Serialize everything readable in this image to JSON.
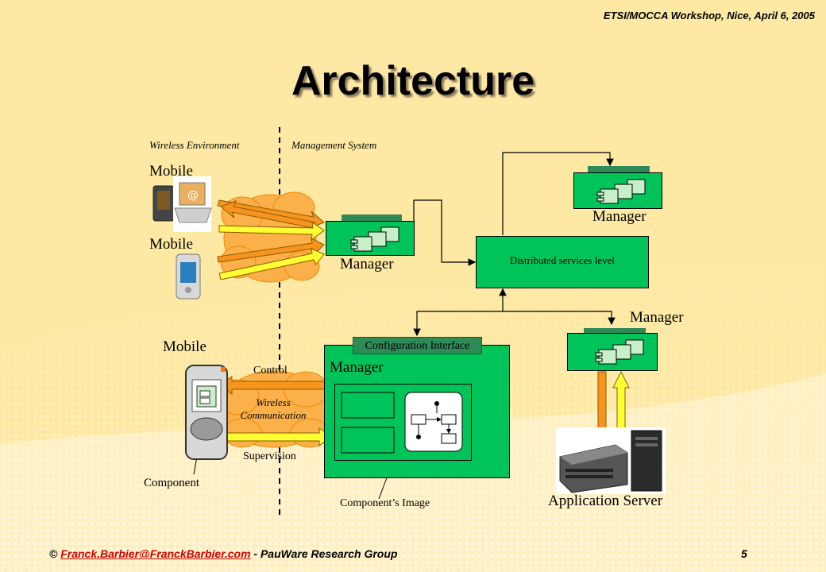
{
  "header": {
    "event": "ETSI/MOCCA Workshop, Nice, April 6, 2005"
  },
  "title": "Architecture",
  "diagram": {
    "region_left": "Wireless Environment",
    "region_right": "Management System",
    "mobile_label": "Mobile",
    "manager_label": "Manager",
    "distributed_label": "Distributed services level",
    "config_interface": "Configuration Interface",
    "control_label": "Control",
    "wireless_comm": "Wireless\nCommunication",
    "supervision_label": "Supervision",
    "component_label": "Component",
    "component_image_label": "Component’s Image",
    "app_server_label": "Application Server"
  },
  "footer": {
    "copyright": "© ",
    "email": "Franck.Barbier@FranckBarbier.com",
    "group": " - PauWare Research Group",
    "page": "5"
  },
  "colors": {
    "background": "#fde9a3",
    "box_green": "#00c45a",
    "tab_green": "#2e8b57"
  }
}
